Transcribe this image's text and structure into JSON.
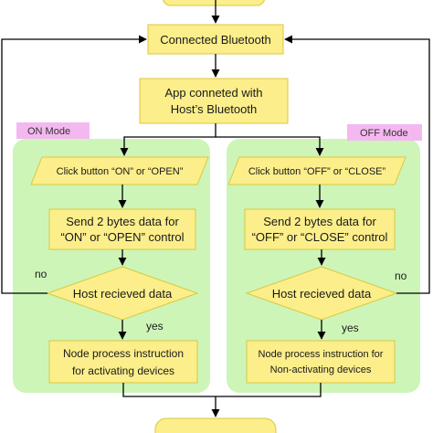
{
  "colors": {
    "node_fill": "#fcee8a",
    "node_stroke": "#d9c840",
    "panel_fill": "#cdf5b8",
    "mode_tag_fill": "#f4b8f0",
    "line": "#000000"
  },
  "nodes": {
    "connected": "Connected Bluetooth",
    "app_line1": "App conneted with",
    "app_line2": "Host’s Bluetooth",
    "on_click": "Click button “ON” or “OPEN”",
    "on_send_line1": "Send 2 bytes data for",
    "on_send_line2": "“ON” or “OPEN” control",
    "on_decision": "Host recieved data",
    "on_process_line1": "Node process instruction",
    "on_process_line2": "for activating devices",
    "off_click": "Click button “OFF” or “CLOSE”",
    "off_send_line1": "Send 2 bytes data for",
    "off_send_line2": "“OFF” or “CLOSE” control",
    "off_decision": "Host recieved data",
    "off_process_line1": "Node process instruction for",
    "off_process_line2": "Non-activating devices"
  },
  "modes": {
    "on": "ON Mode",
    "off": "OFF Mode"
  },
  "edges": {
    "on_no": "no",
    "on_yes": "yes",
    "off_no": "no",
    "off_yes": "yes"
  }
}
